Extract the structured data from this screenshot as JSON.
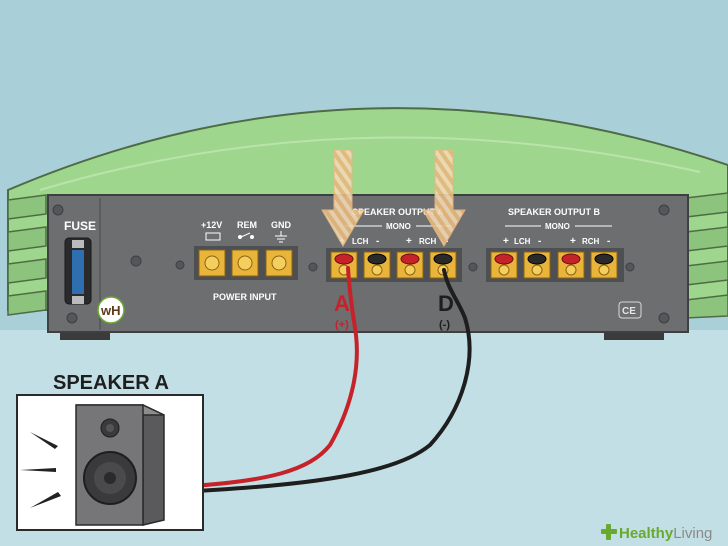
{
  "amp": {
    "fuse_label": "FUSE",
    "power_input": {
      "label": "POWER INPUT",
      "terminals": [
        "+12V",
        "REM",
        "GND"
      ]
    },
    "output_a": {
      "label": "SPEAKER OUTPUT A",
      "mono_label": "MONO",
      "lch_label": "LCH",
      "rch_label": "RCH",
      "plus": "+",
      "minus": "-"
    },
    "output_b": {
      "label": "SPEAKER OUTPUT B",
      "mono_label": "MONO",
      "lch_label": "LCH",
      "rch_label": "RCH",
      "plus": "+",
      "minus": "-"
    },
    "wh_logo": "wH",
    "ce_mark": "CE"
  },
  "callouts": {
    "a_letter": "A",
    "a_polarity": "(+)",
    "d_letter": "D",
    "d_polarity": "(-)"
  },
  "speaker_label": "SPEAKER A",
  "brand": {
    "name_bold": "Healthy",
    "name_light": "Living"
  },
  "colors": {
    "amp_green": "#9ed68e",
    "panel": "#6d6e70",
    "sky": "#a9cfd9",
    "floor": "#c3dfe6",
    "positive_wire": "#c6222a",
    "negative_wire": "#1e1e1e",
    "terminal_gold": "#e8b53a",
    "brand_green": "#6aa92f"
  }
}
